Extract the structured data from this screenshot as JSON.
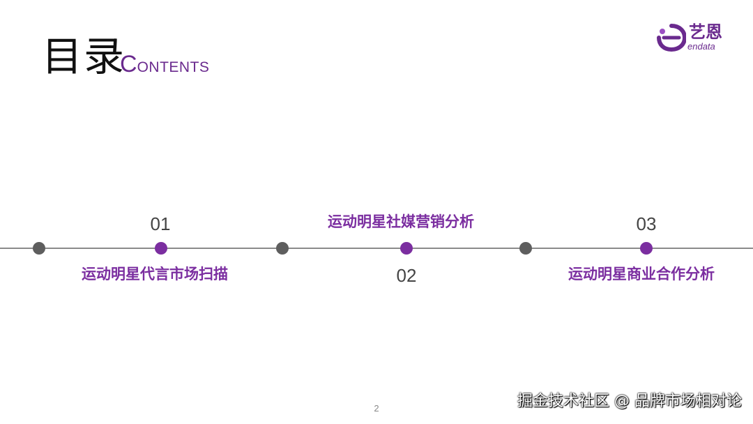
{
  "header": {
    "title_cn": "目录",
    "title_en_first": "C",
    "title_en_rest": "ONTENTS"
  },
  "logo": {
    "cn": "艺恩",
    "en": "endata",
    "color": "#6a2a8e"
  },
  "timeline": {
    "items": [
      {
        "number": "01",
        "label": "运动明星代言市场扫描"
      },
      {
        "number": "02",
        "label": "运动明星社媒营销分析"
      },
      {
        "number": "03",
        "label": "运动明星商业合作分析"
      }
    ],
    "accent_color": "#7b2ea0",
    "dot_color": "#5e5e5e"
  },
  "footer": {
    "page_number": "2",
    "watermark": "掘金技术社区 @ 品牌市场相对论"
  }
}
